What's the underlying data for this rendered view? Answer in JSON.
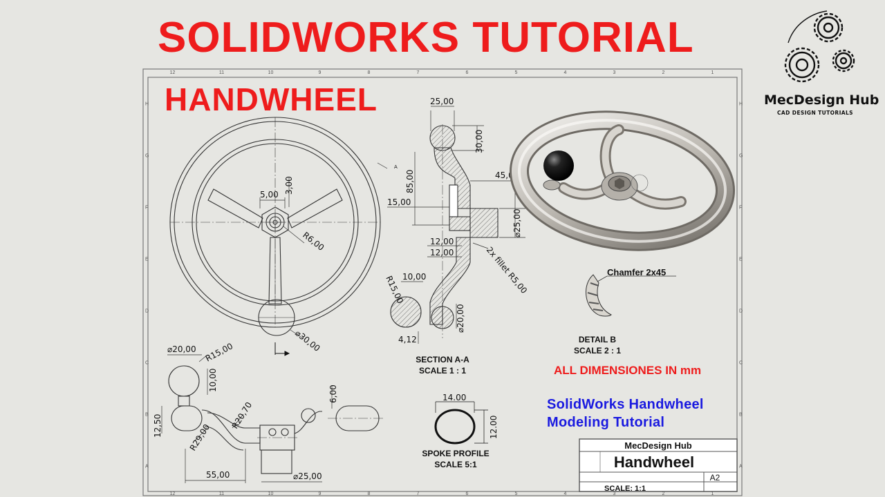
{
  "title": "SOLIDWORKS TUTORIAL",
  "subtitle": "HANDWHEEL",
  "logo": {
    "name": "MecDesign Hub",
    "tagline": "CAD DESIGN TUTORIALS",
    "icon": "gears-icon"
  },
  "border_columns": [
    "12",
    "11",
    "10",
    "9",
    "8",
    "7",
    "6",
    "5",
    "4",
    "3",
    "2",
    "1"
  ],
  "border_rows": [
    "H",
    "G",
    "F",
    "E",
    "D",
    "C",
    "B",
    "A"
  ],
  "front_view": {
    "dim_spoke_width": "5,00",
    "dim_hub": "3,00",
    "dim_hub_radius": "R6,00",
    "dim_rim_dia": "⌀30,00"
  },
  "section_view": {
    "dims": {
      "top_width": "25,00",
      "ring_height": "30,00",
      "height": "85,00",
      "hub_offset": "45,00",
      "hub_inner": "15,00",
      "hub_dia": "⌀25,00",
      "d12a": "12,00",
      "d12b": "12,00",
      "fillet": "2x fillet R5,00",
      "r15": "R15,00",
      "d10": "10,00",
      "d20": "⌀20,00",
      "d412": "4,12"
    },
    "label": "SECTION A-A",
    "scale": "SCALE 1 : 1",
    "marker": "A"
  },
  "side_view": {
    "dims": {
      "d20": "⌀20,00",
      "r15": "R15,00",
      "d10": "10,00",
      "d600": "6,00",
      "d1250": "12,50",
      "r29": "R29,00",
      "r2070": "R20,70",
      "d55": "55,00",
      "d25": "⌀25,00"
    }
  },
  "detail_view": {
    "note": "Chamfer 2x45",
    "label": "DETAIL B",
    "scale": "SCALE 2 : 1"
  },
  "spoke_profile": {
    "width": "14.00",
    "height": "12.00",
    "label": "SPOKE PROFILE",
    "scale": "SCALE 5:1"
  },
  "units_note": "ALL DIMENSIONES IN mm",
  "tutorial_note": [
    "SolidWorks Handwheel",
    "Modeling Tutorial"
  ],
  "title_block": {
    "company": "MecDesign Hub",
    "part": "Handwheel",
    "size": "A2",
    "scale": "SCALE: 1:1"
  },
  "colors": {
    "title_red": "#ee1c1c",
    "note_blue": "#1a1ae0",
    "background": "#e6e6e2"
  }
}
